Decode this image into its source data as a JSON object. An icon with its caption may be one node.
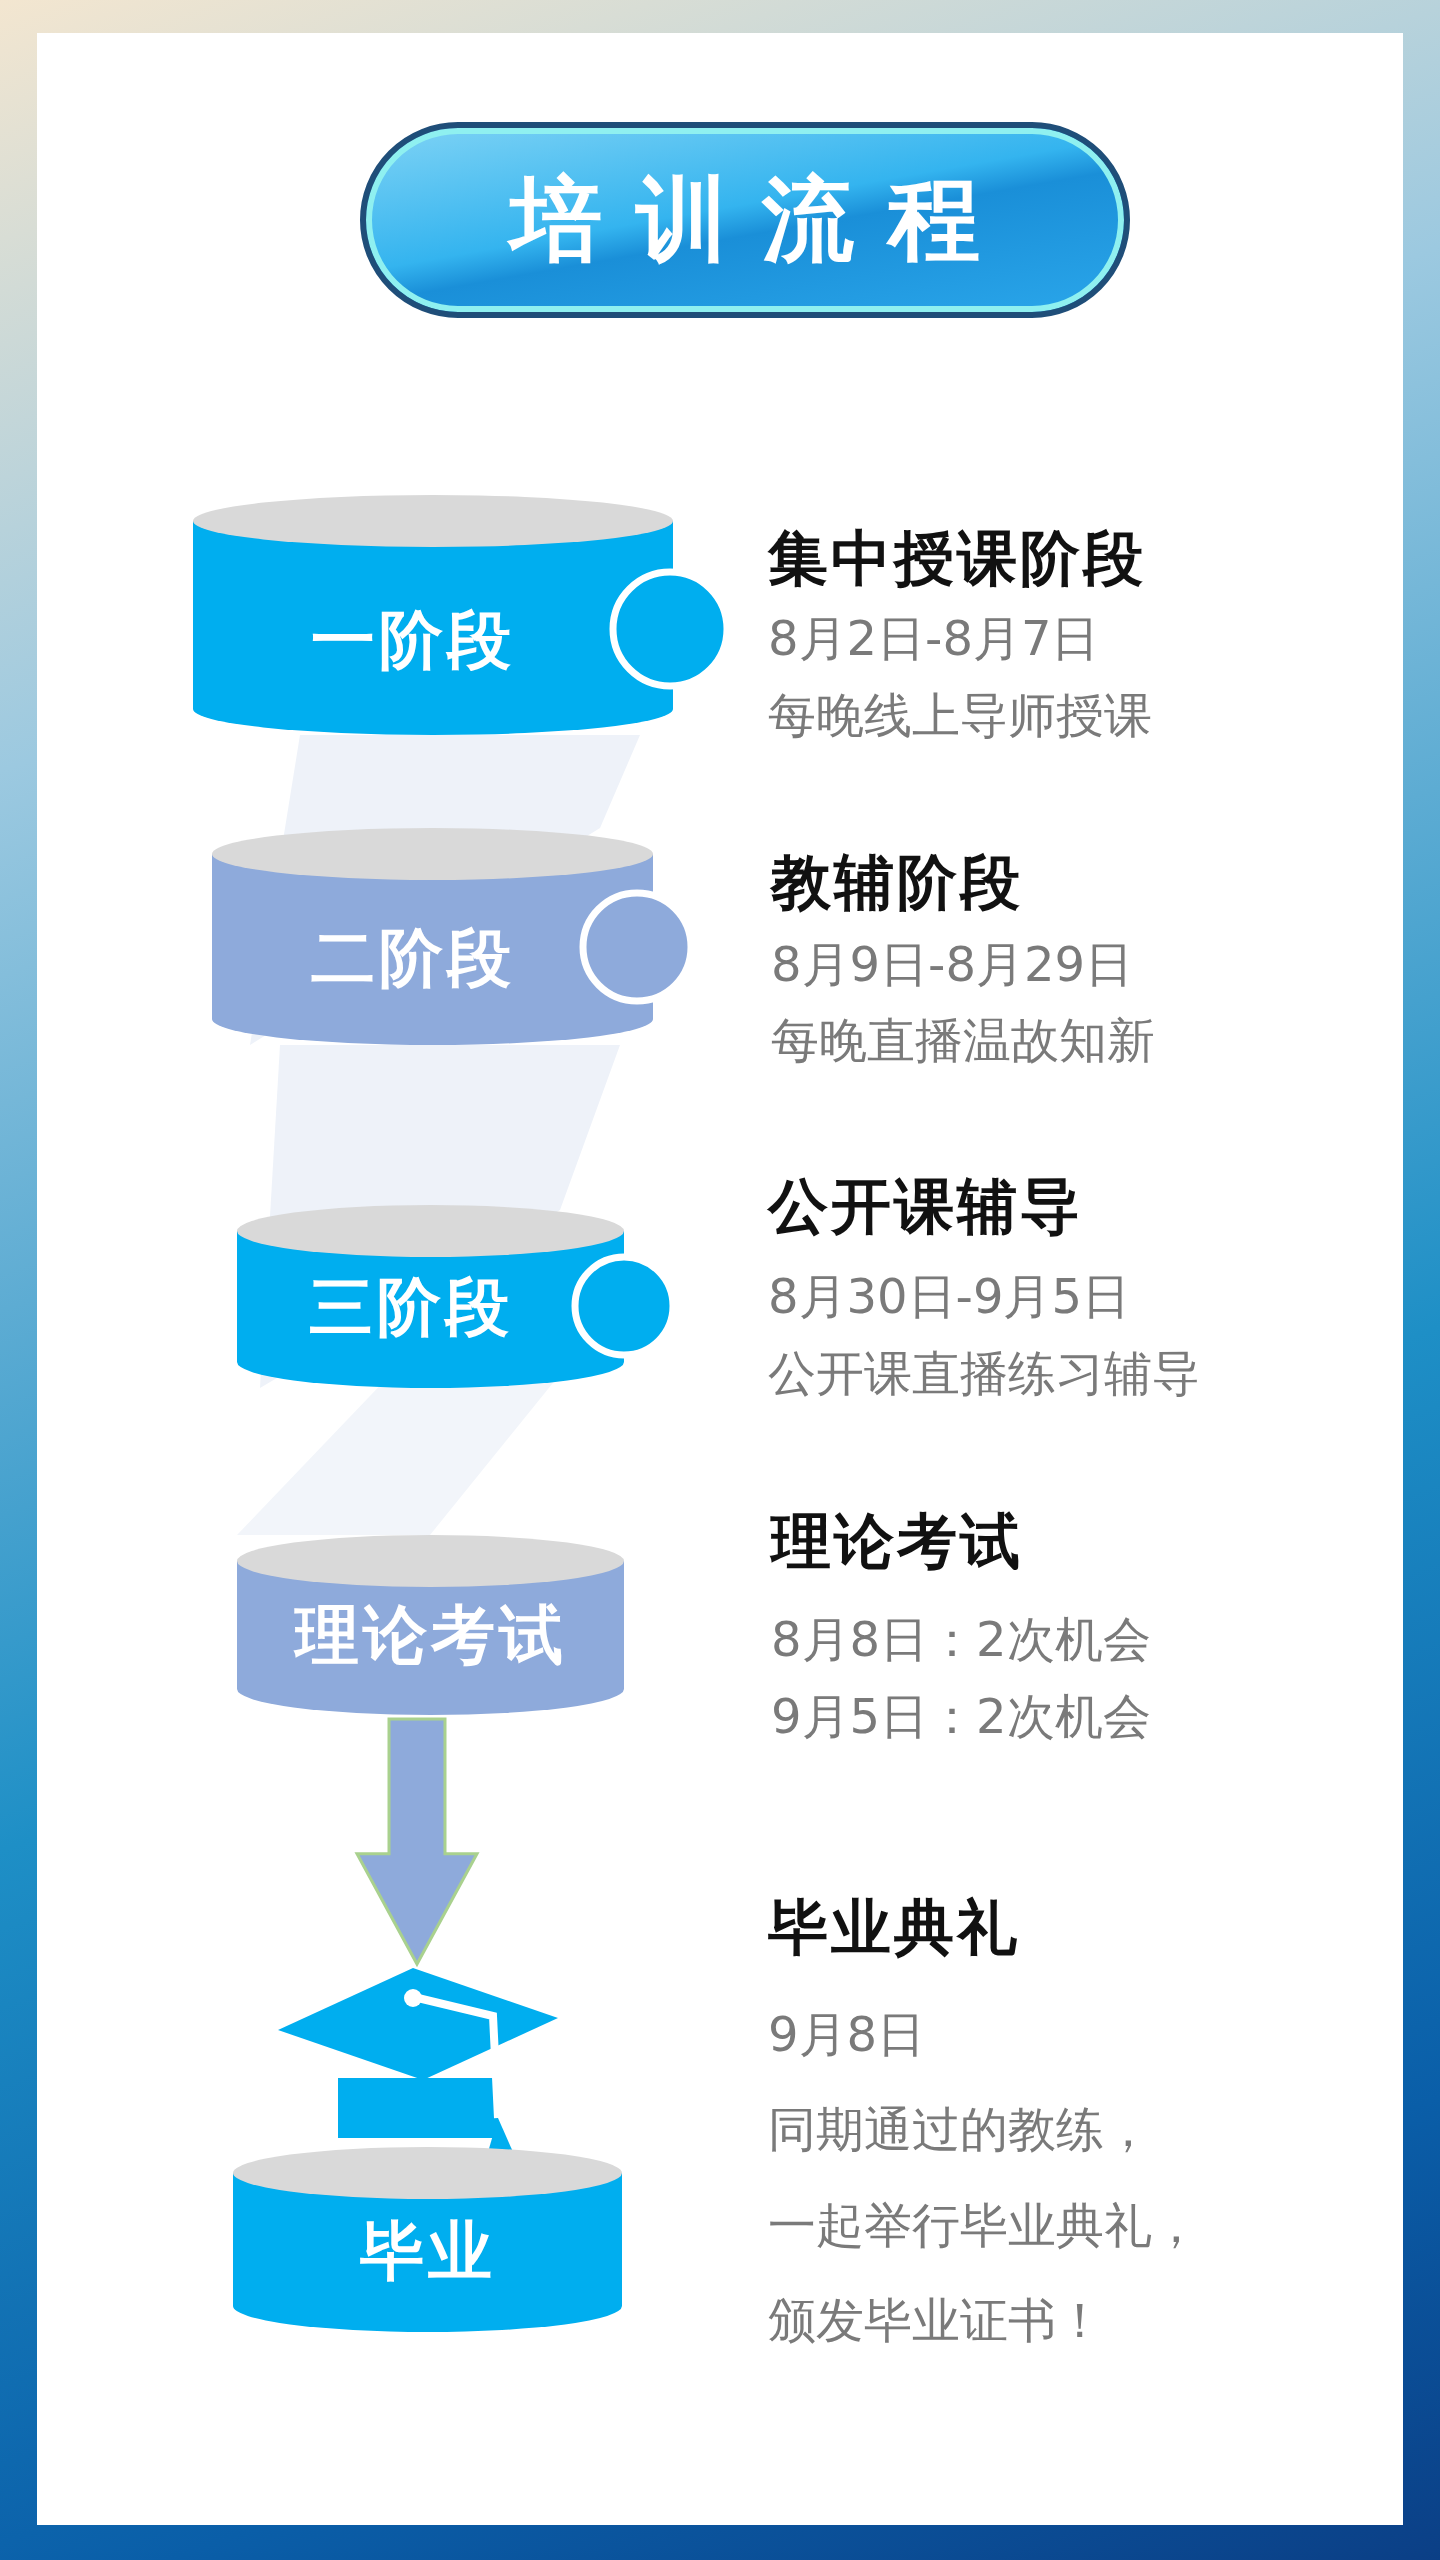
{
  "diagram": {
    "title": "培训流程",
    "nodes": [
      {
        "text": [
          "一阶段"
        ],
        "beside": [
          "集中授课阶段",
          "8月2日-8月7日",
          "每晚线上导师授课"
        ]
      },
      {
        "text": [
          "二阶段"
        ],
        "beside": [
          "教辅阶段",
          "8月9日-8月29日",
          "每晚直播温故知新"
        ]
      },
      {
        "text": [
          "三阶段"
        ],
        "beside": [
          "公开课辅导",
          "8月30日-9月5日",
          "公开课直播练习辅导"
        ]
      },
      {
        "text": [
          "理论考试"
        ],
        "beside": [
          "理论考试",
          "8月8日：2次机会",
          "9月5日：2次机会"
        ]
      },
      {
        "text": [],
        "shape": "picture"
      },
      {
        "text": [
          "毕业"
        ],
        "beside": [
          "毕业典礼",
          "9月8日",
          "同期通过的教练，",
          "一起举行毕业典礼，",
          "颁发毕业证书！"
        ]
      }
    ],
    "edges": [
      {
        "from": 3,
        "to": 4,
        "arrow": "to"
      }
    ]
  }
}
